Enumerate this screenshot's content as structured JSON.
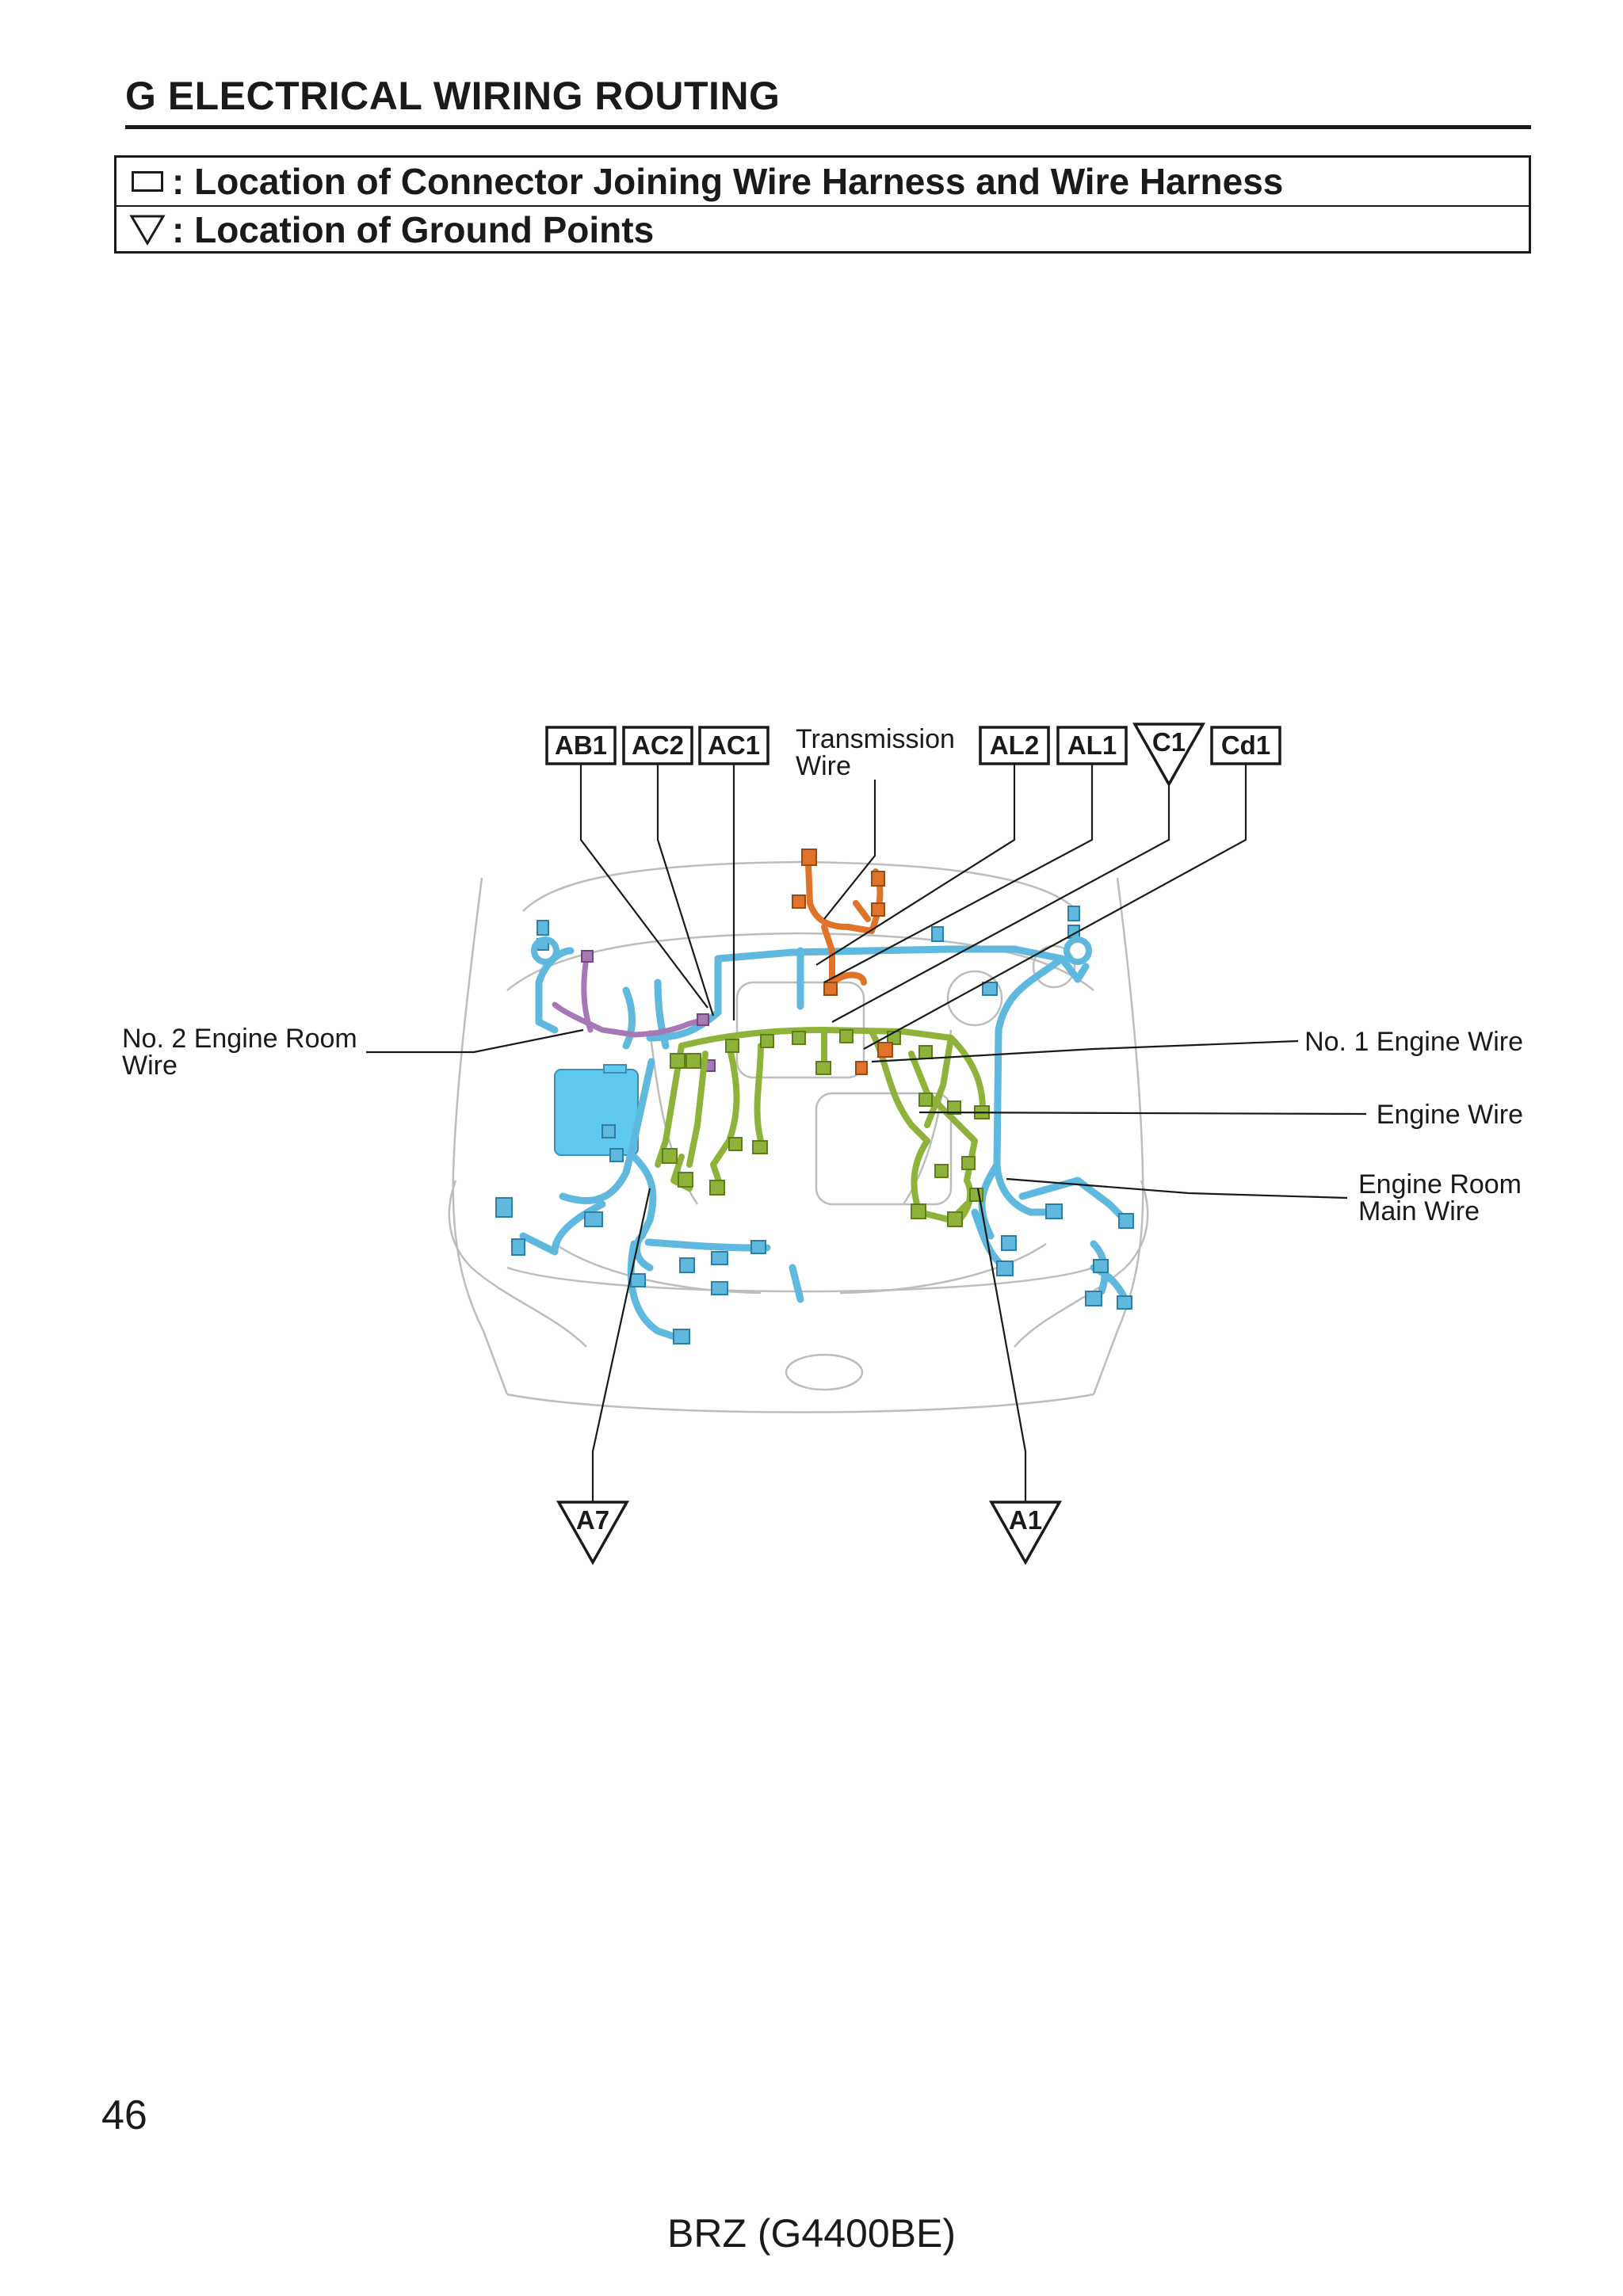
{
  "page": {
    "title": "G   ELECTRICAL WIRING ROUTING",
    "page_number": "46",
    "footer": "BRZ (G4400BE)"
  },
  "legend": [
    {
      "symbol": "rectangle",
      "text": ": Location of Connector Joining Wire Harness and Wire Harness"
    },
    {
      "symbol": "triangle",
      "text": ": Location of Ground Points"
    }
  ],
  "connector_codes": [
    "AB1",
    "AC2",
    "AC1",
    "AL2",
    "AL1",
    "Cd1"
  ],
  "ground_codes": [
    "C1",
    "A7",
    "A1"
  ],
  "wire_labels": {
    "transmission_line1": "Transmission",
    "transmission_line2": "Wire",
    "no2_engine_room_line1": "No. 2 Engine Room",
    "no2_engine_room_line2": "Wire",
    "no1_engine_wire": "No. 1 Engine Wire",
    "engine_wire": "Engine Wire",
    "engine_room_main_line1": "Engine Room",
    "engine_room_main_line2": "Main Wire"
  },
  "colors": {
    "engine_room_main_wire": "#5fb8dd",
    "engine_wire": "#8fb33a",
    "transmission_wire": "#e0732a",
    "no2_engine_room_wire": "#a678b5",
    "battery": "#5fc8ee",
    "car_outline": "#bdbdbd"
  }
}
